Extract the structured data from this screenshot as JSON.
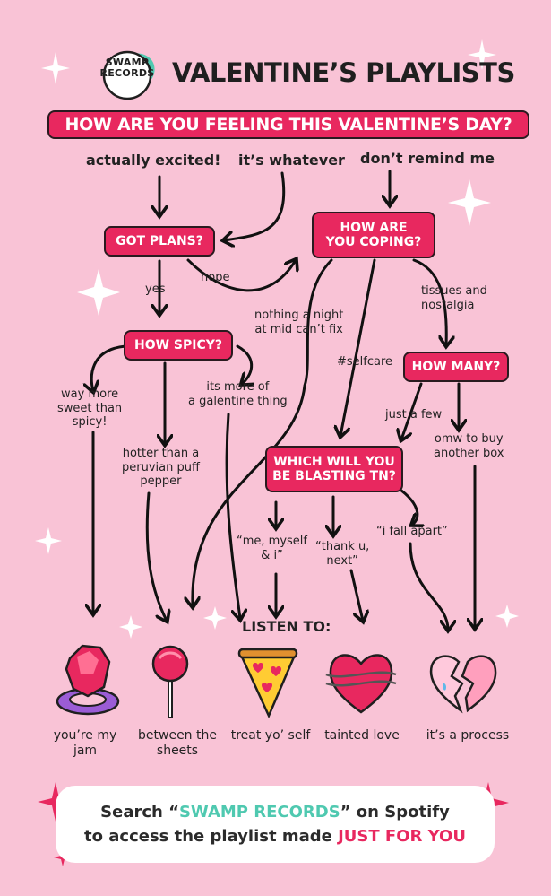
{
  "header": {
    "logo_line1": "SWAMP",
    "logo_line2": "RECORDS",
    "title": "VALENTINE’S PLAYLISTS"
  },
  "question": "HOW ARE YOU FEELING THIS VALENTINE’S DAY?",
  "answers": {
    "excited": "actually excited!",
    "whatever": "it’s whatever",
    "dont_remind": "don’t remind me"
  },
  "nodes": {
    "got_plans": "GOT PLANS?",
    "coping_line1": "HOW ARE",
    "coping_line2": "YOU COPING?",
    "spicy": "HOW SPICY?",
    "how_many": "HOW MANY?",
    "blasting_line1": "WHICH WILL YOU",
    "blasting_line2": "BE BLASTING TN?"
  },
  "edges": {
    "yes": "yes",
    "nope": "nope",
    "nothing_line1": "nothing a night",
    "nothing_line2": "at mid can’t fix",
    "selfcare": "#selfcare",
    "tissues_line1": "tissues and",
    "tissues_line2": "nostalgia",
    "sweet_line1": "way more",
    "sweet_line2": "sweet than",
    "sweet_line3": "spicy!",
    "hotter_line1": "hotter than a",
    "hotter_line2": "peruvian puff",
    "hotter_line3": "pepper",
    "galentine_line1": "its more of",
    "galentine_line2": "a galentine thing",
    "just_few": "just a few",
    "omw_line1": "omw to buy",
    "omw_line2": "another box",
    "myself_line1": "“me, myself",
    "myself_line2": "& i”",
    "thanku_line1": "“thank u,",
    "thanku_line2": "next”",
    "fall_apart": "“i fall apart”"
  },
  "listen_to": "LISTEN TO:",
  "playlists": {
    "jam_line1": "you’re my",
    "jam_line2": "jam",
    "sheets_line1": "between the",
    "sheets_line2": "sheets",
    "treat": "treat yo’ self",
    "tainted": "tainted love",
    "process": "it’s a process"
  },
  "footer": {
    "search_pre": "Search “",
    "search_brand": "SWAMP RECORDS",
    "search_post": "” on Spotify",
    "access_pre": "to access the playlist made ",
    "access_em": "JUST FOR YOU"
  },
  "colors": {
    "background": "#f9c3d6",
    "accent": "#e8285f",
    "teal": "#4fc9b0",
    "ink": "#1f1f1f"
  },
  "icons": [
    "ring-pop-icon",
    "lollipop-icon",
    "pizza-icon",
    "barbed-heart-icon",
    "broken-heart-icon",
    "sparkle-icon"
  ]
}
